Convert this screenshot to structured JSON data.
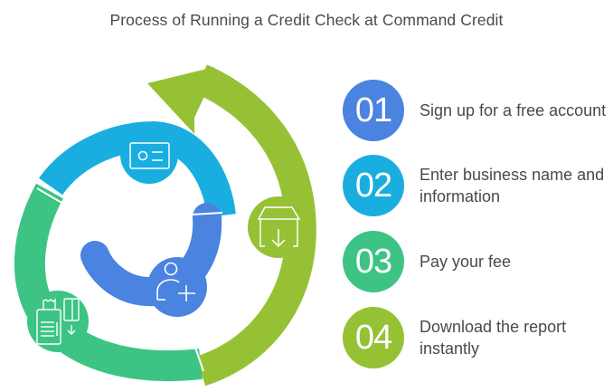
{
  "title": "Process of Running a Credit Check at Command Credit",
  "colors": {
    "step1": "#4A83E0",
    "step2": "#1AAEE0",
    "step3": "#3DC485",
    "step4": "#96C135",
    "text": "#4A4A4A"
  },
  "steps": [
    {
      "number": "01",
      "label": "Sign up for a free account",
      "icon": "user-add-icon",
      "color": "#4A83E0"
    },
    {
      "number": "02",
      "label": "Enter business name and information",
      "icon": "id-card-icon",
      "color": "#1AAEE0"
    },
    {
      "number": "03",
      "label": "Pay your fee",
      "icon": "payment-terminal-card-icon",
      "color": "#3DC485"
    },
    {
      "number": "04",
      "label": "Download the report instantly",
      "icon": "box-download-icon",
      "color": "#96C135"
    }
  ]
}
